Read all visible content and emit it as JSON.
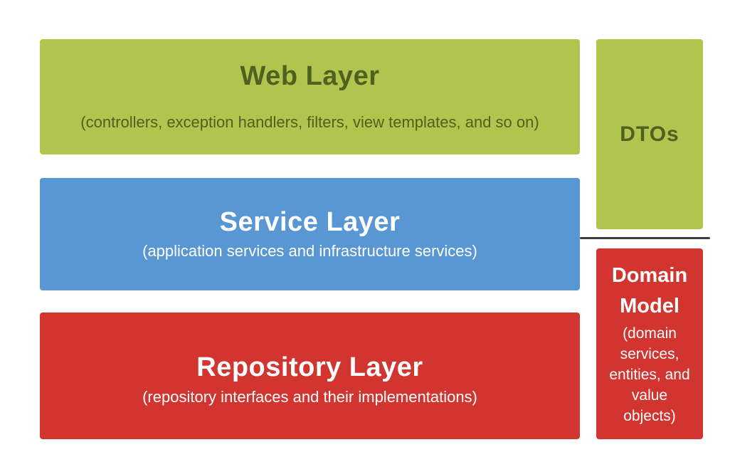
{
  "diagram": {
    "layers": [
      {
        "title": "Web Layer",
        "subtitle": "(controllers, exception handlers, filters, view templates, and so on)"
      },
      {
        "title": "Service Layer",
        "subtitle": "(application services and infrastructure services)"
      },
      {
        "title": "Repository Layer",
        "subtitle": "(repository interfaces and their implementations)"
      }
    ],
    "side": {
      "dtos_label": "DTOs",
      "domain_title": "Domain\nModel",
      "domain_subtitle": "(domain\nservices,\nentities, and\nvalue\nobjects)"
    },
    "colors": {
      "green": "#b1c44e",
      "blue": "#5897d4",
      "red": "#d2342f",
      "olive_text": "#50601f",
      "white_text": "#ffffff",
      "separator": "#3d3d3d",
      "background": "#ffffff"
    }
  }
}
